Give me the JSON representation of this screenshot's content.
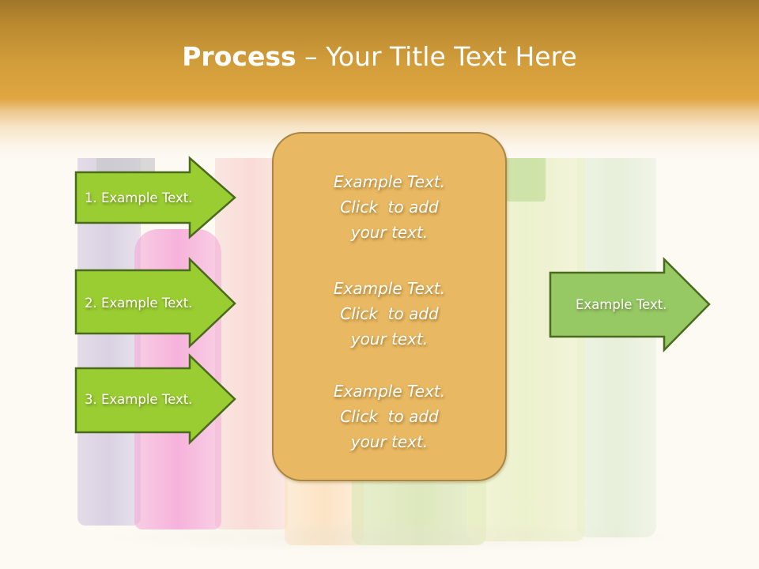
{
  "slide": {
    "title": {
      "bold": "Process",
      "rest": " – Your Title Text Here"
    },
    "colors": {
      "header_top": "#9f762b",
      "header_bottom": "#e0a641",
      "arrow_fill_left": "#9acd32",
      "arrow_fill_right": "#96c864",
      "arrow_stroke": "#4a6b1e",
      "box_fill": "#e8b862",
      "box_stroke": "#a88643"
    },
    "left_arrows": [
      {
        "label": "1. Example Text."
      },
      {
        "label": "2. Example Text."
      },
      {
        "label": "3. Example Text."
      }
    ],
    "center_box": {
      "blocks": [
        {
          "line1": "Example Text.",
          "line2": "Click  to add",
          "line3": "your text."
        },
        {
          "line1": "Example Text.",
          "line2": "Click  to add",
          "line3": "your text."
        },
        {
          "line1": "Example Text.",
          "line2": "Click  to add",
          "line3": "your text."
        }
      ]
    },
    "output_arrow": {
      "label": "Example Text."
    },
    "background_image": "cosmetic-bottles-photo"
  }
}
